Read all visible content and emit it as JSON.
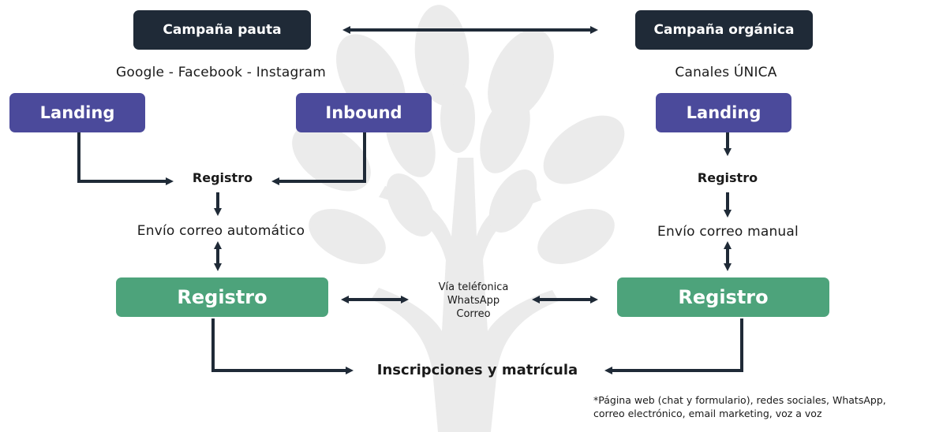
{
  "colors": {
    "dark_box": "#1f2a37",
    "purple_box": "#4b4a9b",
    "green_box": "#4da37b",
    "arrow": "#1f2a37",
    "watermark_tree": "#e9e9e9"
  },
  "top": {
    "paid_campaign": "Campaña pauta",
    "organic_campaign": "Campaña orgánica"
  },
  "left": {
    "channels": "Google - Facebook - Instagram",
    "landing": "Landing",
    "inbound": "Inbound",
    "registro_small": "Registro",
    "email": "Envío correo automático",
    "registro_big": "Registro"
  },
  "right": {
    "channels": "Canales ÚNICA",
    "landing": "Landing",
    "registro_small": "Registro",
    "email": "Envío correo manual",
    "registro_big": "Registro"
  },
  "middle": {
    "contact_lines": [
      "Vía teléfonica",
      "WhatsApp",
      "Correo"
    ]
  },
  "bottom": {
    "final": "Inscripciones y matrícula",
    "note_lines": [
      "*Página web (chat y formulario), redes sociales, WhatsApp,",
      "correo electrónico, email marketing, voz a voz"
    ]
  },
  "icons": {
    "watermark": "tree-watermark-icon",
    "arrows": "arrow-icon"
  }
}
